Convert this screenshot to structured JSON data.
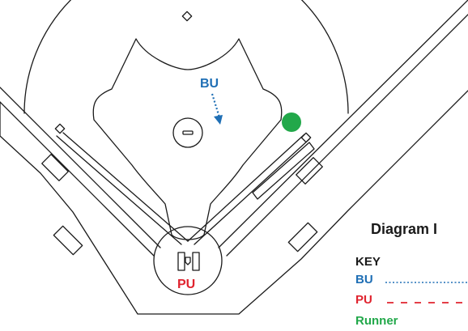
{
  "diagram": {
    "title": "Diagram I",
    "key": {
      "title": "KEY",
      "items": [
        {
          "label": "BU",
          "line_style": "dotted",
          "color": "#1f6fb5"
        },
        {
          "label": "PU",
          "line_style": "dashed",
          "color": "#e0242f"
        },
        {
          "label": "Runner",
          "line_style": "marker",
          "color": "#22a84a"
        }
      ]
    },
    "umpires": {
      "bu": {
        "label": "BU",
        "color": "#1f6fb5"
      },
      "pu": {
        "label": "PU",
        "color": "#e0242f"
      }
    },
    "runner": {
      "color": "#22a84a"
    },
    "field_stroke_color": "#1a1a1a"
  }
}
